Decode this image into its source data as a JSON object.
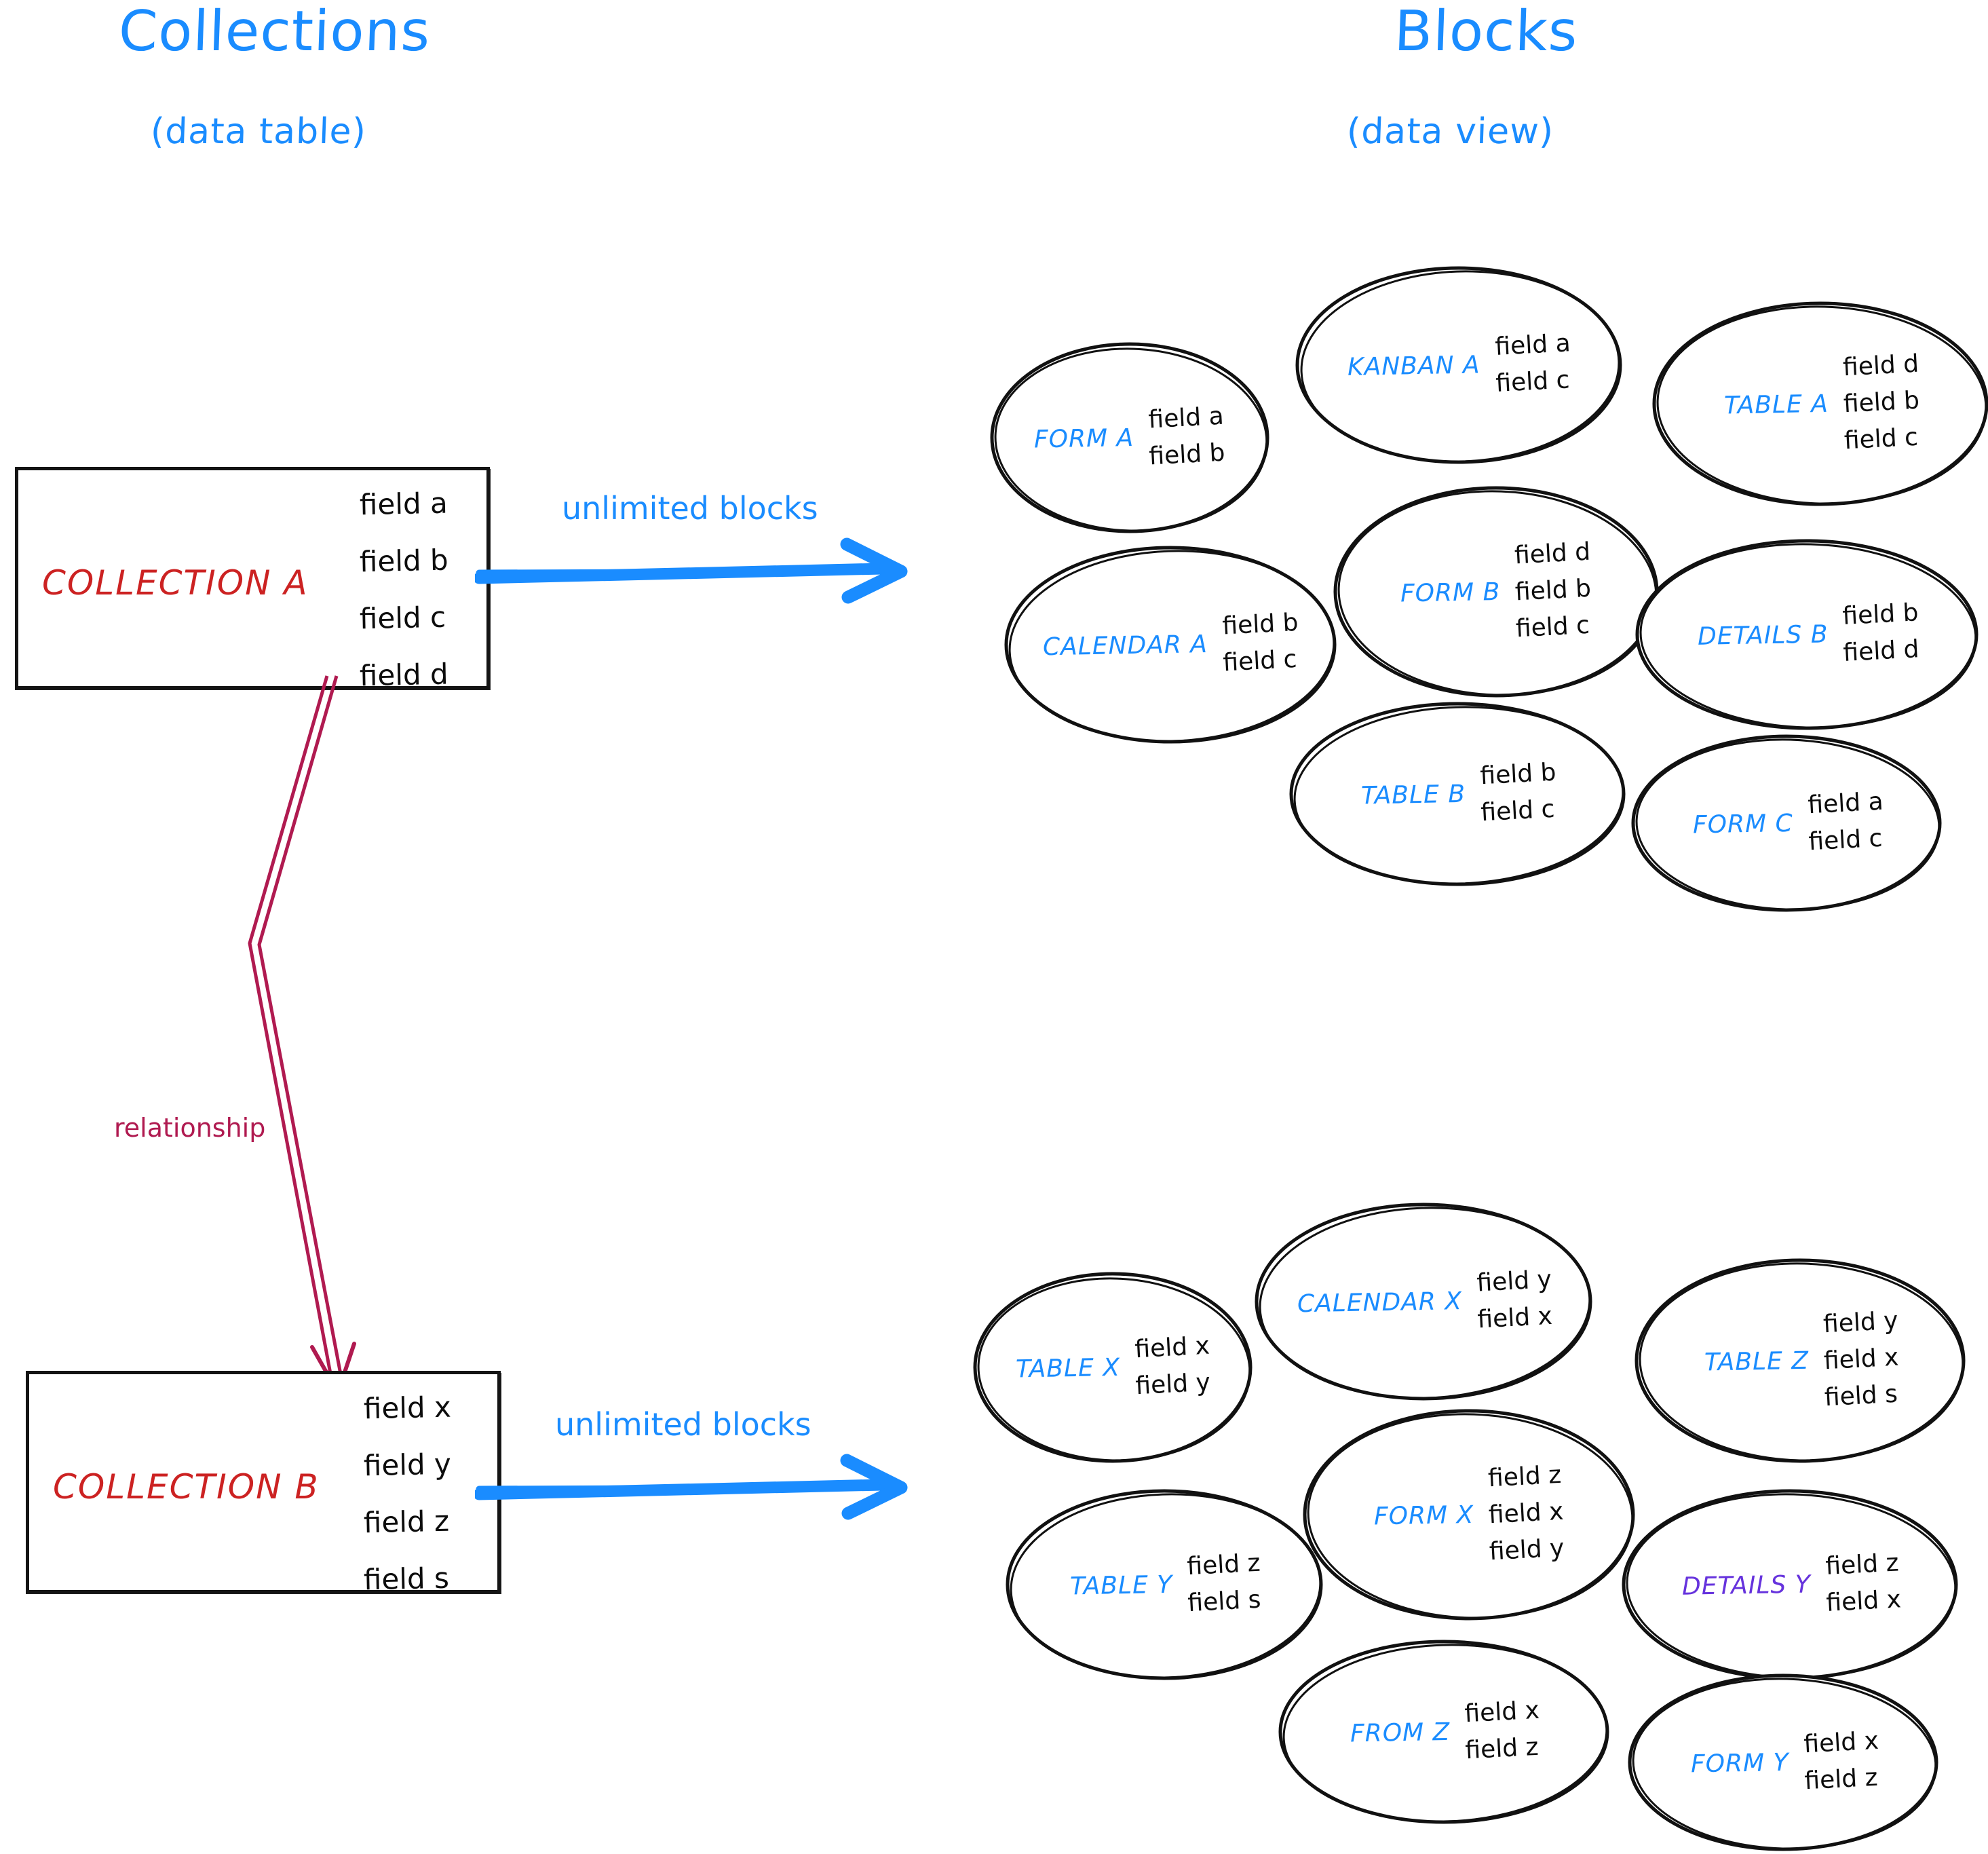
{
  "headings": {
    "left": {
      "main": "Collections",
      "sub": "(data table)"
    },
    "right": {
      "main": "Blocks",
      "sub": "(data view)"
    }
  },
  "colors": {
    "accent_blue": "#1a8cff",
    "collection_red": "#cc2222",
    "relationship_crimson": "#b01a50",
    "details_purple": "#6633dd",
    "stroke_black": "#141414"
  },
  "collections": [
    {
      "name": "COLLECTION A",
      "fields": [
        "field a",
        "field b",
        "field c",
        "field d"
      ],
      "arrow_label": "unlimited blocks"
    },
    {
      "name": "COLLECTION B",
      "fields": [
        "field x",
        "field y",
        "field z",
        "field s"
      ],
      "arrow_label": "unlimited blocks"
    }
  ],
  "relationship": {
    "label": "relationship"
  },
  "block_groups": [
    {
      "collection": "COLLECTION A",
      "blocks": [
        {
          "name": "FORM A",
          "color": "blue",
          "fields": [
            "field a",
            "field b"
          ]
        },
        {
          "name": "KANBAN A",
          "color": "blue",
          "fields": [
            "field a",
            "field c"
          ]
        },
        {
          "name": "TABLE A",
          "color": "blue",
          "fields": [
            "field d",
            "field b",
            "field c"
          ]
        },
        {
          "name": "CALENDAR A",
          "color": "blue",
          "fields": [
            "field b",
            "field c"
          ]
        },
        {
          "name": "FORM B",
          "color": "blue",
          "fields": [
            "field d",
            "field b",
            "field c"
          ]
        },
        {
          "name": "DETAILS B",
          "color": "blue",
          "fields": [
            "field b",
            "field d"
          ]
        },
        {
          "name": "TABLE B",
          "color": "blue",
          "fields": [
            "field b",
            "field c"
          ]
        },
        {
          "name": "FORM C",
          "color": "blue",
          "fields": [
            "field a",
            "field c"
          ]
        }
      ]
    },
    {
      "collection": "COLLECTION B",
      "blocks": [
        {
          "name": "TABLE X",
          "color": "blue",
          "fields": [
            "field x",
            "field y"
          ]
        },
        {
          "name": "CALENDAR X",
          "color": "blue",
          "fields": [
            "field y",
            "field x"
          ]
        },
        {
          "name": "TABLE Z",
          "color": "blue",
          "fields": [
            "field y",
            "field x",
            "field s"
          ]
        },
        {
          "name": "TABLE Y",
          "color": "blue",
          "fields": [
            "field z",
            "field s"
          ]
        },
        {
          "name": "FORM X",
          "color": "blue",
          "fields": [
            "field z",
            "field x",
            "field y"
          ]
        },
        {
          "name": "DETAILS Y",
          "color": "purple",
          "fields": [
            "field z",
            "field x"
          ]
        },
        {
          "name": "FROM Z",
          "color": "blue",
          "fields": [
            "field x",
            "field z"
          ]
        },
        {
          "name": "FORM Y",
          "color": "blue",
          "fields": [
            "field x",
            "field z"
          ]
        }
      ]
    }
  ]
}
